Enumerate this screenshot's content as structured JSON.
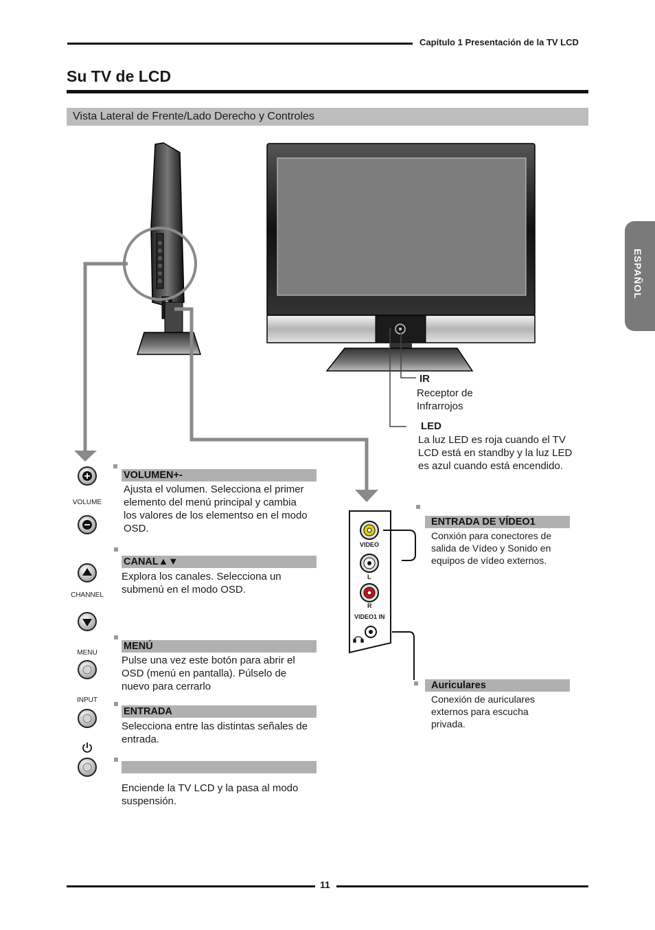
{
  "header": {
    "chapter": "Capítulo 1 Presentación de la TV LCD"
  },
  "page_title": "Su TV de LCD",
  "section_title": "Vista Lateral de Frente/Lado Derecho y Controles",
  "language_tab": "ESPAÑOL",
  "front_labels": {
    "ir_title": "IR",
    "ir_desc": [
      "Receptor de",
      "Infrarrojos"
    ],
    "led_title": "LED",
    "led_desc": [
      "La luz LED es roja cuando el TV",
      "LCD está en standby y la luz LED",
      "es azul cuando está encendido."
    ]
  },
  "button_captions": {
    "volume": "VOLUME",
    "channel": "CHANNEL",
    "menu": "MENU",
    "input": "INPUT"
  },
  "controls": {
    "volume": {
      "title": "VOLUMEN+-",
      "desc": [
        "Ajusta el volumen. Selecciona el primer",
        "elemento del menú principal y cambia",
        "los valores de los elementso en el modo",
        "OSD."
      ]
    },
    "channel": {
      "title": "CANAL▲▼",
      "desc": [
        "Explora los canales. Selecciona un",
        "submenú en el modo OSD."
      ]
    },
    "menu": {
      "title": "MENÚ",
      "desc": [
        "Pulse una vez este botón para abrir el",
        "OSD (menú en pantalla). Púlselo de",
        "nuevo para cerrarlo"
      ]
    },
    "input": {
      "title": "ENTRADA",
      "desc": [
        "Selecciona entre las distintas señales de",
        "entrada."
      ]
    },
    "power": {
      "desc": [
        "Enciende la TV LCD y la pasa al modo",
        "suspensión."
      ]
    }
  },
  "jack_labels": {
    "video": "VIDEO",
    "l": "L",
    "r": "R",
    "video1_in": "VIDEO1 IN"
  },
  "connectors": {
    "video1": {
      "title": "ENTRADA DE VÍDEO1",
      "desc": [
        "Conxión para conectores de",
        "salida de Vídeo y Sonido en",
        "equipos de vídeo externos."
      ]
    },
    "headphones": {
      "title": "Auriculares",
      "desc": [
        "Conexión de auriculares",
        "externos para escucha",
        "privada."
      ]
    }
  },
  "page_number": "11",
  "colors": {
    "bar_gray": "#b0b0b0",
    "tab_gray": "#7a7a7a",
    "jack_yellow": "#e8d100",
    "jack_red": "#d0101a"
  },
  "icons": [
    "power-icon",
    "headphones-icon",
    "arrow-down-icon"
  ]
}
